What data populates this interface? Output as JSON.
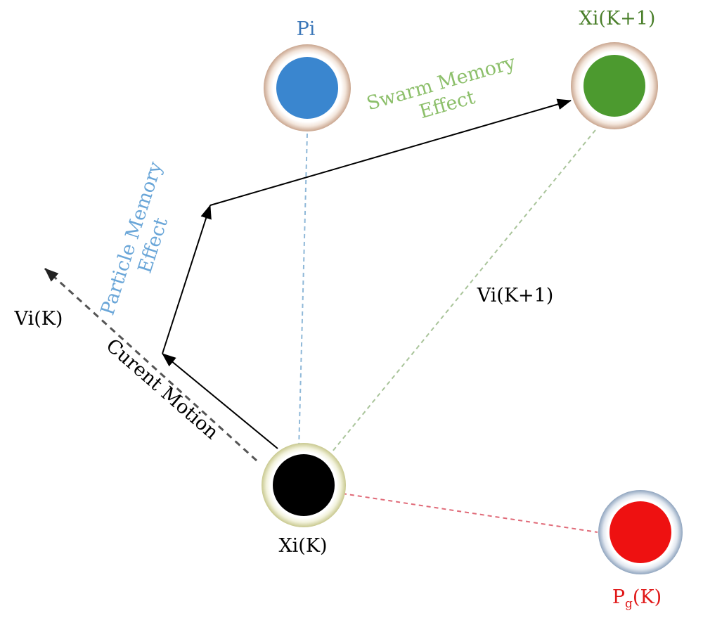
{
  "nodes": {
    "pi": {
      "label": "Pi",
      "color": "#3a86cf",
      "label_color": "#3a76b8"
    },
    "x_next": {
      "label": "Xi(K+1)",
      "color": "#4c9a2f",
      "label_color": "#4a7f2a"
    },
    "x_current": {
      "label": "Xi(K)",
      "color": "#000000",
      "label_color": "#000000"
    },
    "p_global": {
      "label_main": "P",
      "label_sub": "g",
      "label_rest": "(K)",
      "color": "#ee1111",
      "label_color": "#e01818"
    }
  },
  "labels": {
    "swarm_memory_line1": "Swarm Memory",
    "swarm_memory_line2": "Effect",
    "particle_memory_line1": "Particle Memory",
    "particle_memory_line2": "Effect",
    "current_motion": "Curent Motion",
    "velocity_current": "Vi(K)",
    "velocity_next": "Vi(K+1)"
  },
  "colors": {
    "swarm_memory_text": "#8cbf6a",
    "particle_memory_text": "#6aa6d8",
    "arrow": "#000000",
    "dashed_gray": "#555555",
    "dashed_blue": "#8fb8d8",
    "dashed_green": "#a9c49a",
    "dashed_red": "#e06a78"
  }
}
